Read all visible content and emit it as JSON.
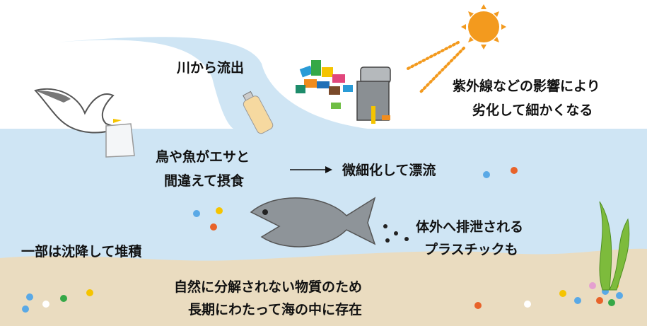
{
  "labels": {
    "river": "川から流出",
    "uv_line1": "紫外線などの影響により",
    "uv_line2": "劣化して細かくなる",
    "eat_line1": "鳥や魚がエサと",
    "eat_line2": "間違えて摂食",
    "drift": "微細化して漂流",
    "excrete_line1": "体外へ排泄される",
    "excrete_line2": "プラスチックも",
    "sediment": "一部は沈降して堆積",
    "persist_line1": "自然に分解されない物質のため",
    "persist_line2": "長期にわたって海の中に存在"
  },
  "colors": {
    "sea": "#cfe5f4",
    "sand": "#eadcc0",
    "sun": "#f39a1e",
    "fish": "#8e9499",
    "seaweed": "#7dbb3c"
  }
}
